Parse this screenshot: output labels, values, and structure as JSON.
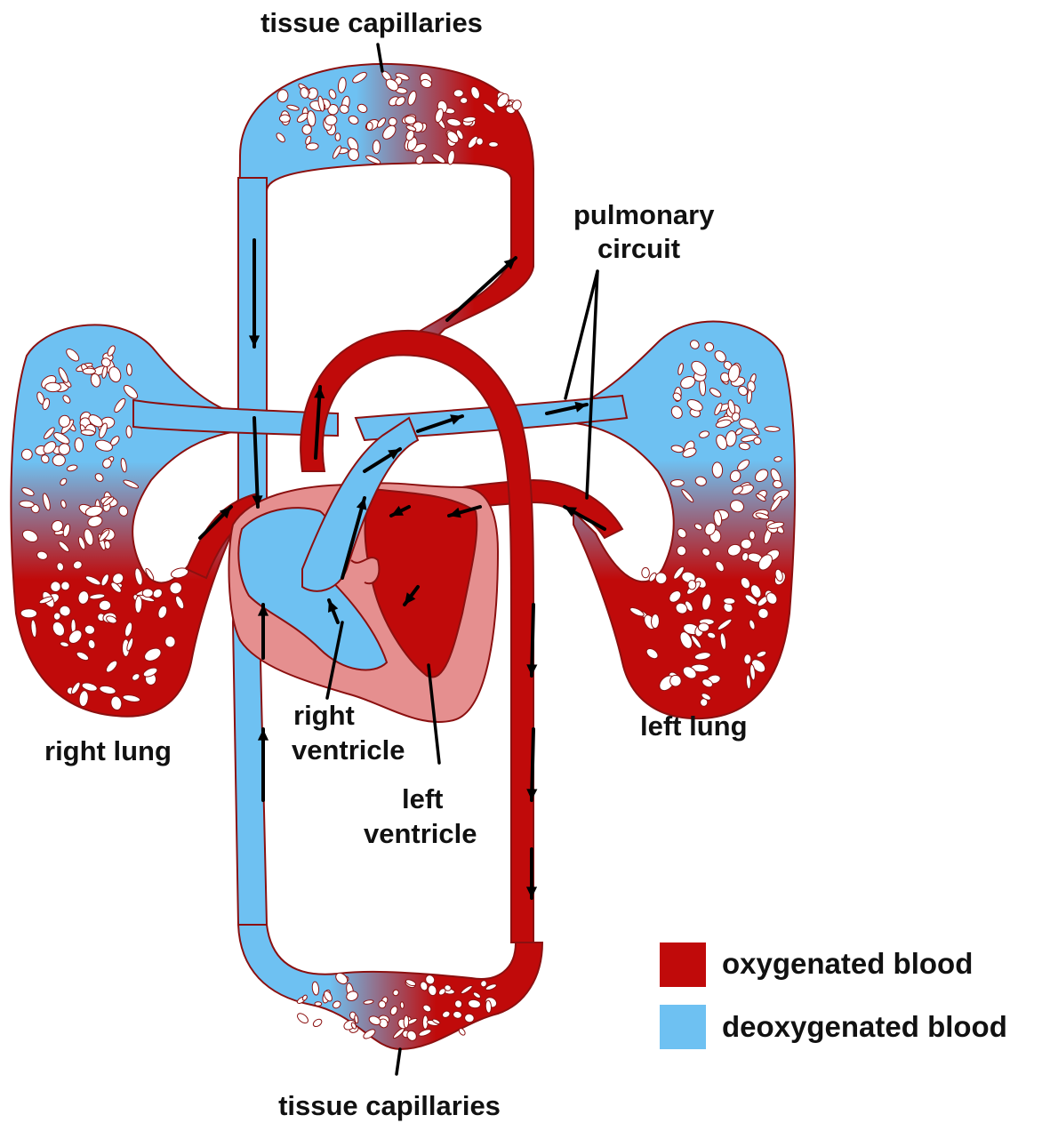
{
  "labels": {
    "tissue_capillaries_top": "tissue capillaries",
    "tissue_capillaries_bottom": "tissue capillaries",
    "pulmonary_line1": "pulmonary",
    "pulmonary_line2": "circuit",
    "right_lung": "right lung",
    "left_lung": "left lung",
    "right_ventricle_line1": "right",
    "right_ventricle_line2": "ventricle",
    "left_ventricle_line1": "left",
    "left_ventricle_line2": "ventricle"
  },
  "legend": {
    "oxygenated": {
      "label": "oxygenated blood",
      "color": "#c00a0a"
    },
    "deoxygenated": {
      "label": "deoxygenated blood",
      "color": "#6ec1f2"
    }
  },
  "colors": {
    "oxygenated": "#c00a0a",
    "deoxygenated": "#6ec1f2",
    "heart_wall": "#e58f8f",
    "outline": "#8b1010"
  }
}
